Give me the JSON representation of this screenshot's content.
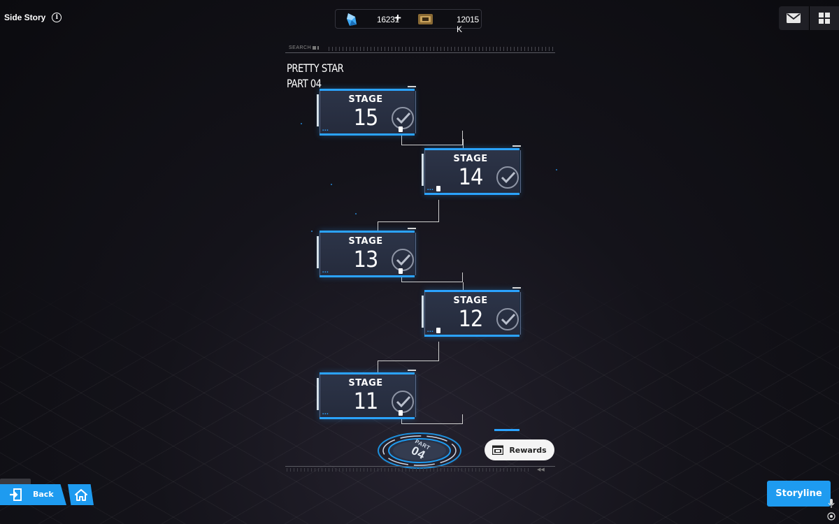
{
  "header": {
    "title": "Side Story",
    "info_icon": "info-icon"
  },
  "currency": {
    "crystal_icon": "crystal-icon",
    "crystal_amount": "16231",
    "add_icon": "+",
    "ticket_icon": "ticket-icon",
    "ticket_amount": "12015 K"
  },
  "corner": {
    "mail_icon": "mail-icon",
    "grid_icon": "grid-menu-icon"
  },
  "search": {
    "label": "SEARCH"
  },
  "story": {
    "title_line1": "PRETTY STAR",
    "title_line2": "PART 04"
  },
  "stages": [
    {
      "label": "STAGE",
      "number": "15",
      "status": "cleared"
    },
    {
      "label": "STAGE",
      "number": "14",
      "status": "cleared"
    },
    {
      "label": "STAGE",
      "number": "13",
      "status": "cleared"
    },
    {
      "label": "STAGE",
      "number": "12",
      "status": "cleared"
    },
    {
      "label": "STAGE",
      "number": "11",
      "status": "cleared"
    }
  ],
  "part_badge": {
    "small": "PART",
    "big": "04"
  },
  "rewards": {
    "label": "Rewards",
    "icon": "rewards-box-icon"
  },
  "nav": {
    "back_label": "Back",
    "back_icon": "exit-icon",
    "home_icon": "home-icon",
    "storyline_label": "Storyline"
  },
  "colors": {
    "accent": "#1e9bf0",
    "stage_border": "#2ba3ff",
    "stage_panel": "#2c3448"
  }
}
